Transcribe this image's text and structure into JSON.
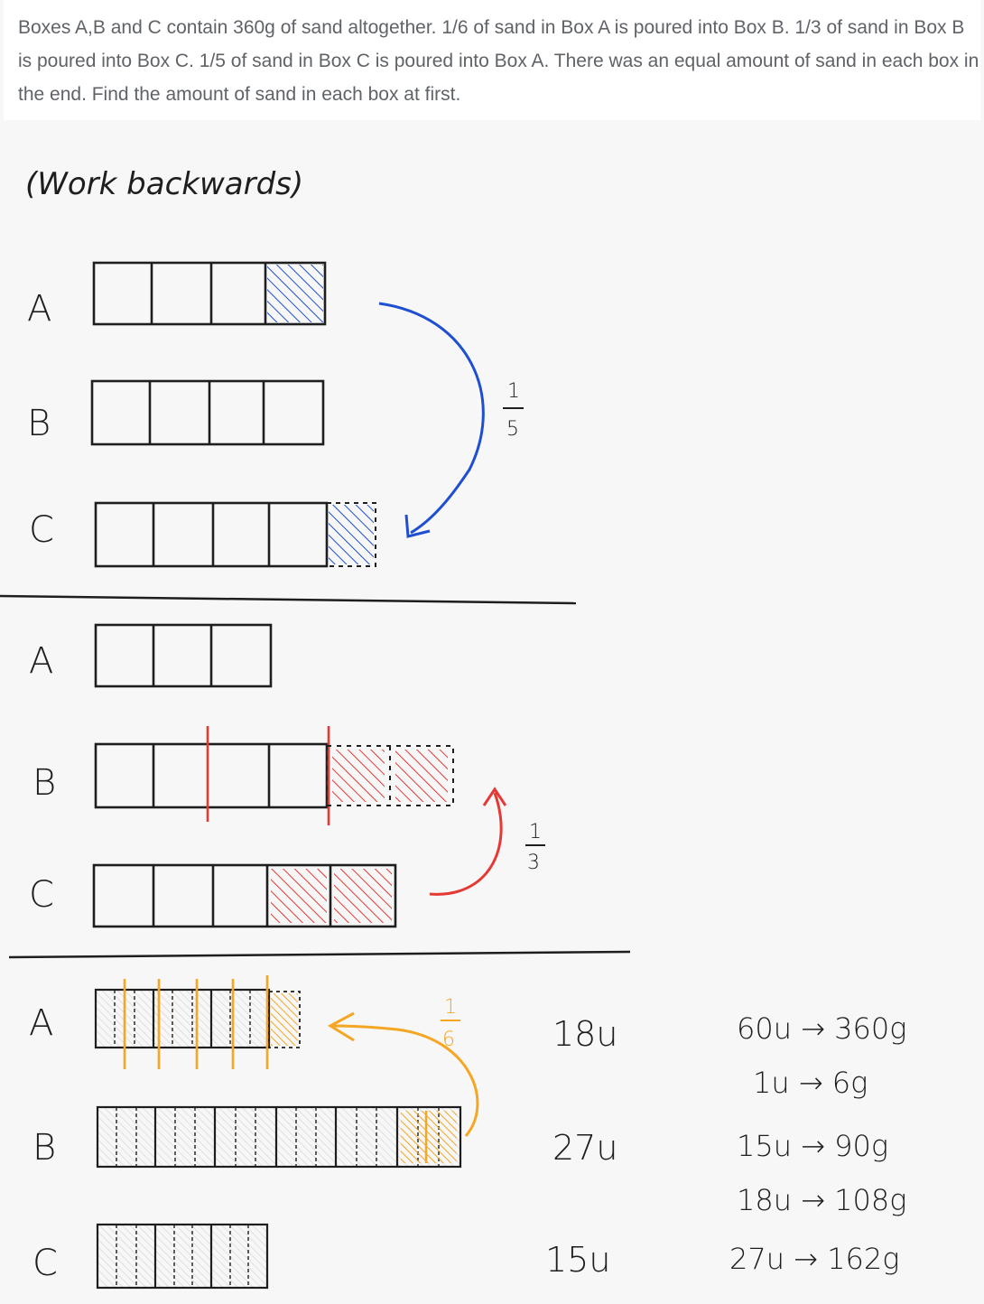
{
  "question": {
    "text": "Boxes A,B and C contain 360g of sand altogether. 1/6 of sand in Box A is poured into Box B. 1/3 of sand in Box B is poured into Box C. 1/5 of sand in Box C is poured into Box A. There was an equal amount of sand in each box in the end. Find the amount of sand in each box at first."
  },
  "sketch": {
    "heading": "(Work backwards)",
    "stage1": {
      "labels": [
        "A",
        "B",
        "C"
      ],
      "fraction_num": "1",
      "fraction_den": "5"
    },
    "stage2": {
      "labels": [
        "A",
        "B",
        "C"
      ],
      "fraction_num": "1",
      "fraction_den": "3"
    },
    "stage3": {
      "labels": [
        "A",
        "B",
        "C"
      ],
      "fraction_num": "1",
      "fraction_den": "6",
      "units": [
        "18u",
        "27u",
        "15u"
      ]
    },
    "calculations": [
      "60u → 360g",
      "1u → 6g",
      "15u → 90g",
      "18u → 108g",
      "27u → 162g"
    ]
  },
  "colors": {
    "ink": "#1e1e1e",
    "blue": "#1f4fd1",
    "red": "#e53935",
    "orange": "#f5a623",
    "question_text": "#5f6368"
  }
}
